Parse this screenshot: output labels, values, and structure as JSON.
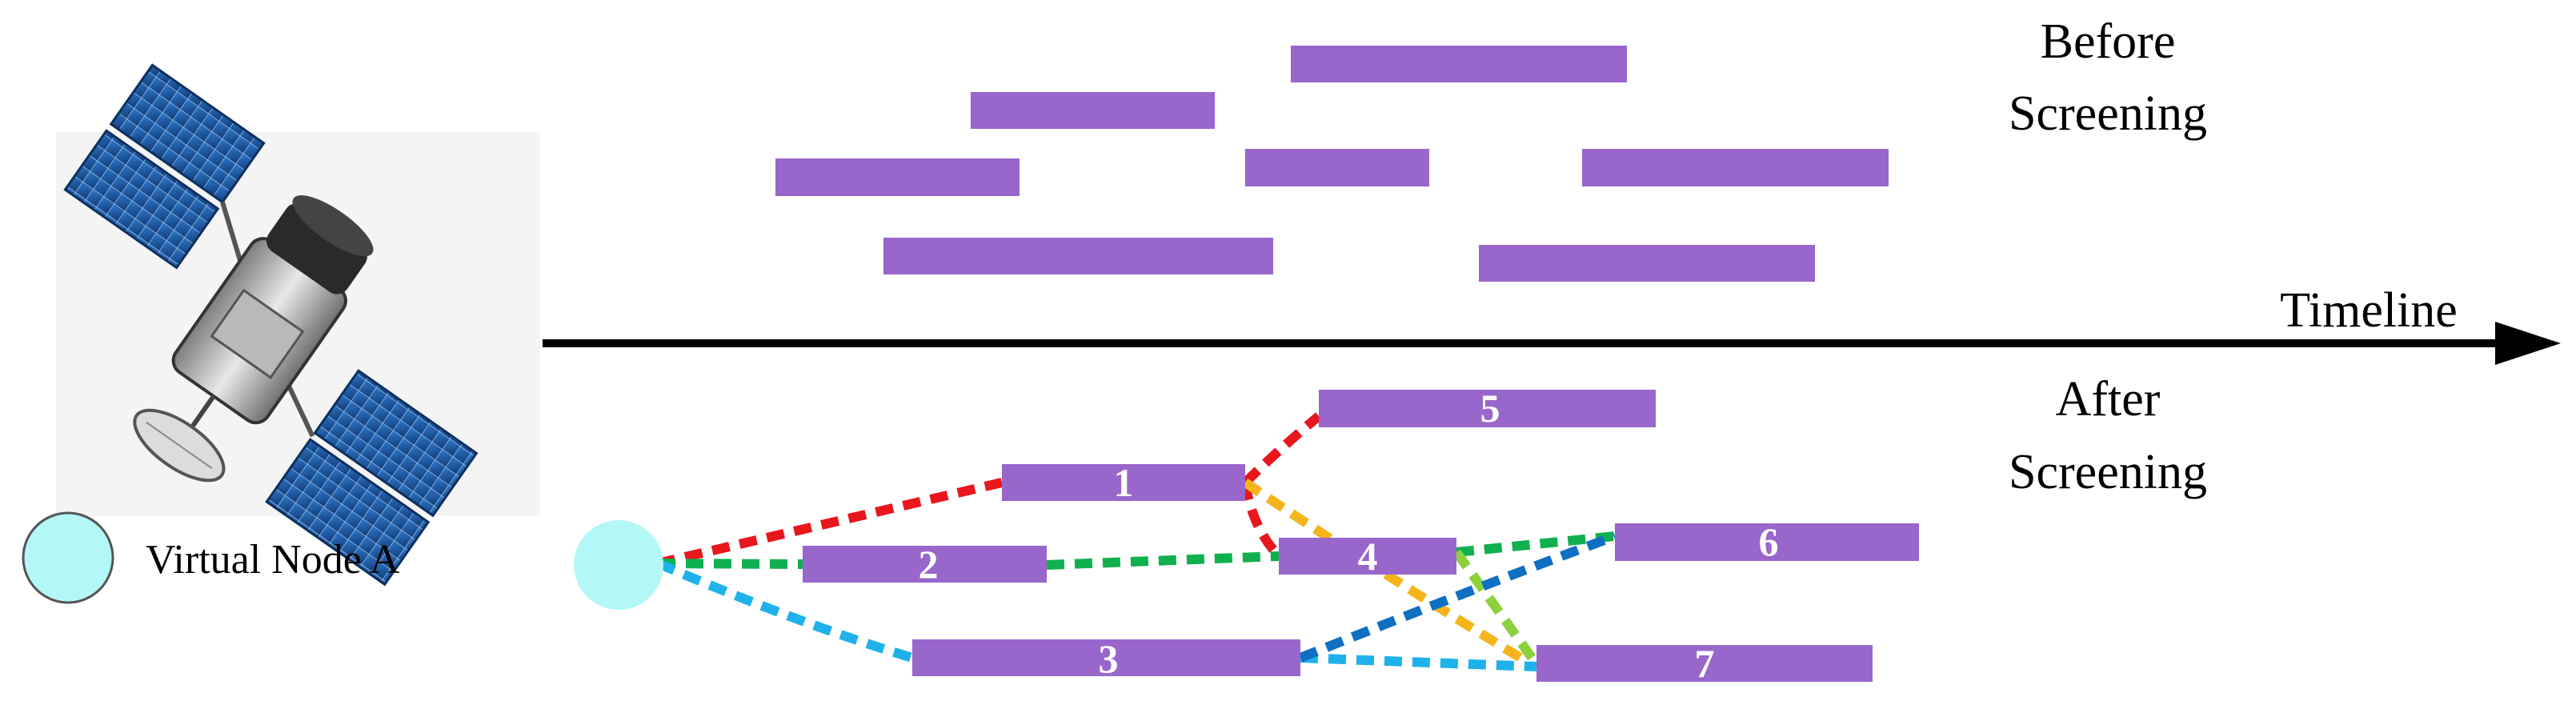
{
  "labels": {
    "before_line1": "Before",
    "before_line2": "Screening",
    "after_line1": "After",
    "after_line2": "Screening",
    "timeline": "Timeline",
    "legend": "Virtual Node A"
  },
  "after_bars": [
    "1",
    "2",
    "3",
    "4",
    "5",
    "6",
    "7"
  ],
  "colors": {
    "bar": "#9966cc",
    "virtual_node": "#b3f7f7",
    "link_red": "#e8161d",
    "link_green": "#10b04f",
    "link_light_blue": "#1fb2ea",
    "link_dark_blue": "#0f6fc2",
    "link_yellow": "#f6b41b",
    "link_light_green": "#8bd13b",
    "satellite_panel": "#1e5aa8"
  },
  "icons": [
    "satellite-icon",
    "virtual-node-icon"
  ]
}
